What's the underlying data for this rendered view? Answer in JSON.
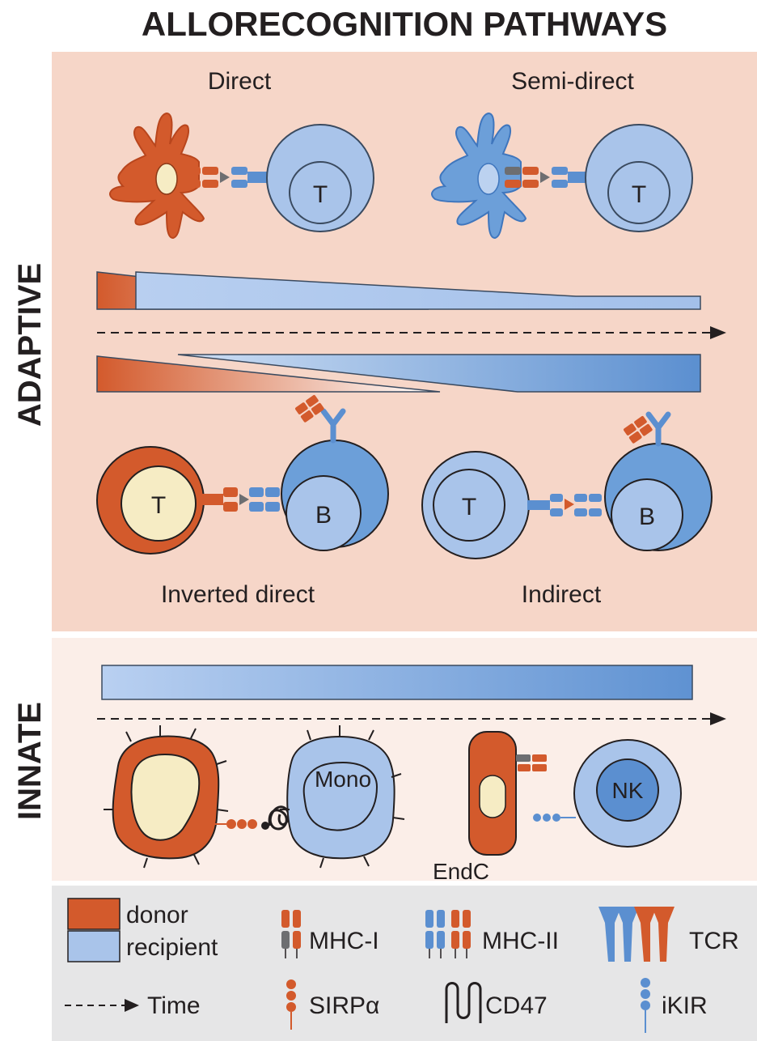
{
  "title": "ALLORECOGNITION PATHWAYS",
  "sections": {
    "adaptive": "ADAPTIVE",
    "innate": "INNATE"
  },
  "pathways": {
    "direct": "Direct",
    "semi_direct": "Semi-direct",
    "inverted_direct": "Inverted direct",
    "indirect": "Indirect"
  },
  "cell_labels": {
    "t": "T",
    "b": "B",
    "mono": "Mono",
    "nk": "NK",
    "endc": "EndC"
  },
  "legend": {
    "donor": "donor",
    "recipient": "recipient",
    "mhc1": "MHC-I",
    "mhc2": "MHC-II",
    "tcr": "TCR",
    "time": "Time",
    "sirpa": "SIRPα",
    "cd47": "CD47",
    "ikir": "iKIR"
  },
  "colors": {
    "donor": "#d35a2c",
    "donor_dark": "#b9461d",
    "recipient": "#a9c4ea",
    "recipient_dark": "#5b8fd0",
    "nucleus": "#f6ecc4",
    "adaptive_bg": "#f6d6c8",
    "innate_bg": "#fbeee8",
    "legend_bg": "#e6e6e7"
  }
}
